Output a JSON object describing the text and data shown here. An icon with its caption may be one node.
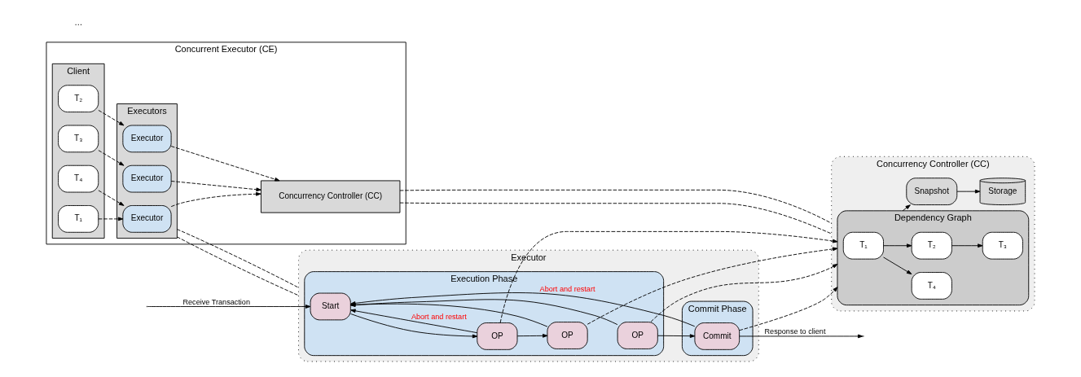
{
  "diagram": {
    "nodes": [
      {
        "text": [
          "Concurrent Executor (CE)"
        ]
      },
      {
        "text": [
          "Client"
        ],
        "in": 0
      },
      {
        "text": [
          "T₁"
        ],
        "in": 1
      },
      {
        "text": [
          "T₂"
        ],
        "in": 1
      },
      {
        "text": [
          "T₃"
        ],
        "in": 1
      },
      {
        "text": [
          "T₄"
        ],
        "in": 1
      },
      {
        "text": [
          "Executors"
        ],
        "in": 0
      },
      {
        "text": [
          "Executor"
        ],
        "in": 6
      },
      {
        "text": [
          "Executor"
        ],
        "in": 6
      },
      {
        "text": [
          "Executor"
        ],
        "in": 6
      },
      {
        "text": [
          "Concurrency Controller (CC)"
        ],
        "in": 0
      },
      {
        "text": [
          "Executor"
        ]
      },
      {
        "text": [
          "Execution Phase"
        ],
        "in": 11
      },
      {
        "text": [
          "Start"
        ],
        "in": 12
      },
      {
        "text": [
          "OP"
        ],
        "in": 12
      },
      {
        "text": [
          "OP"
        ],
        "in": 12
      },
      {
        "text": [
          "OP"
        ],
        "in": 12
      },
      {
        "text": [
          "Commit Phase"
        ],
        "in": 11
      },
      {
        "text": [
          "Commit"
        ],
        "in": 17
      },
      {
        "text": [
          "Concurrency Controller (CC)"
        ]
      },
      {
        "text": [
          "Dependency Graph"
        ],
        "in": 19
      },
      {
        "text": [
          "T₁"
        ],
        "in": 20
      },
      {
        "text": [
          "T₂"
        ],
        "in": 20
      },
      {
        "text": [
          "T₄"
        ],
        "in": 20
      },
      {
        "text": [
          "T₃"
        ],
        "in": 20
      },
      {
        "text": [
          "Snapshot"
        ],
        "in": 19
      },
      {
        "text": [
          "Storage"
        ],
        "in": 19
      }
    ],
    "edges": [
      {
        "from": 2,
        "to": 7,
        "arrow": "to",
        "style": "dashed"
      },
      {
        "from": 3,
        "to": 8,
        "arrow": "to",
        "style": "dashed"
      },
      {
        "from": 4,
        "to": 9,
        "arrow": "to",
        "style": "dashed"
      },
      {
        "from": 5,
        "to": 7,
        "arrow": "to",
        "style": "dashed"
      },
      {
        "from": 7,
        "to": 10,
        "arrow": "to",
        "style": "dashed"
      },
      {
        "from": 8,
        "to": 10,
        "arrow": "to",
        "style": "dashed"
      },
      {
        "from": 9,
        "to": 10,
        "arrow": "to",
        "style": "dashed"
      },
      {
        "from": 6,
        "to": 11,
        "arrow": "none",
        "style": "dashed"
      },
      {
        "from": 6,
        "to": 11,
        "arrow": "none",
        "style": "dashed"
      },
      {
        "from": 10,
        "to": 19,
        "arrow": "none",
        "style": "dashed"
      },
      {
        "from": 10,
        "to": 19,
        "arrow": "none",
        "style": "dashed"
      },
      {
        "from": null,
        "to": 13,
        "arrow": "to",
        "label": "Receive Transaction"
      },
      {
        "from": 13,
        "to": 14,
        "arrow": "to"
      },
      {
        "from": 14,
        "to": 15,
        "arrow": "to"
      },
      {
        "from": 16,
        "to": 18,
        "arrow": "to"
      },
      {
        "from": 18,
        "to": null,
        "arrow": "to",
        "label": "Response to client"
      },
      {
        "from": 18,
        "to": 13,
        "arrow": "to",
        "label": "Abort and restart"
      },
      {
        "from": 14,
        "to": 13,
        "arrow": "to",
        "label": "Abort and restart"
      },
      {
        "from": 15,
        "to": 13,
        "arrow": "to"
      },
      {
        "from": 16,
        "to": 13,
        "arrow": "to"
      },
      {
        "from": 14,
        "to": 20,
        "arrow": "to",
        "style": "dashed"
      },
      {
        "from": 15,
        "to": 20,
        "arrow": "to",
        "style": "dashed"
      },
      {
        "from": 16,
        "to": 20,
        "arrow": "to",
        "style": "dashed"
      },
      {
        "from": 18,
        "to": 20,
        "arrow": "to",
        "style": "dashed"
      },
      {
        "from": 21,
        "to": 22,
        "arrow": "to"
      },
      {
        "from": 21,
        "to": 23,
        "arrow": "to"
      },
      {
        "from": 22,
        "to": 24,
        "arrow": "to"
      },
      {
        "from": 20,
        "to": 25,
        "arrow": "to"
      },
      {
        "from": 25,
        "to": 26,
        "arrow": "to"
      }
    ],
    "labels": [
      "…"
    ]
  }
}
